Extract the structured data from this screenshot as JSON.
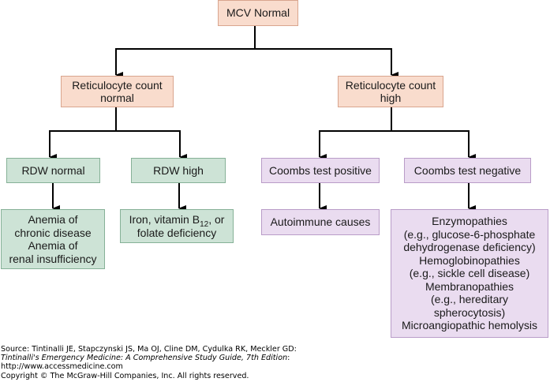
{
  "diagram": {
    "type": "flowchart",
    "colors": {
      "level1": "#f9dccd",
      "rdw_branch": "#cde3d6",
      "coombs_branch": "#eadcf0",
      "lines": "#000000"
    },
    "nodes": {
      "mcv_normal": "MCV Normal",
      "retic_normal": "Reticulocyte count\nnormal",
      "retic_high": "Reticulocyte count\nhigh",
      "rdw_normal": "RDW normal",
      "rdw_high": "RDW high",
      "coombs_positive": "Coombs test positive",
      "coombs_negative": "Coombs test negative",
      "anemia_chronic": "Anemia of\nchronic disease\nAnemia of\nrenal insufficiency",
      "iron_deficiency": {
        "prefix": "Iron, vitamin B",
        "subscript": "12",
        "suffix": ", or\nfolate deficiency"
      },
      "autoimmune": "Autoimmune causes",
      "hemolytic_causes": "Enzymopathies\n(e.g., glucose-6-phosphate\ndehydrogenase deficiency)\nHemoglobinopathies\n(e.g., sickle cell disease)\nMembranopathies\n(e.g., hereditary\nspherocytosis)\nMicroangiopathic hemolysis"
    },
    "edges": [
      [
        "mcv_normal",
        "retic_normal"
      ],
      [
        "mcv_normal",
        "retic_high"
      ],
      [
        "retic_normal",
        "rdw_normal"
      ],
      [
        "retic_normal",
        "rdw_high"
      ],
      [
        "retic_high",
        "coombs_positive"
      ],
      [
        "retic_high",
        "coombs_negative"
      ],
      [
        "rdw_normal",
        "anemia_chronic"
      ],
      [
        "rdw_high",
        "iron_deficiency"
      ],
      [
        "coombs_positive",
        "autoimmune"
      ],
      [
        "coombs_negative",
        "hemolytic_causes"
      ]
    ]
  },
  "source": {
    "line1": "Source: Tintinalli JE, Stapczynski JS, Ma OJ, Cline DM, Cydulka RK, Meckler GD:",
    "line2_title": "Tintinalli's Emergency Medicine: A Comprehensive Study Guide, 7th Edition",
    "line2_suffix": ":",
    "line3": "http://www.accessmedicine.com",
    "line4": "Copyright © The McGraw-Hill Companies, Inc. All rights reserved."
  }
}
